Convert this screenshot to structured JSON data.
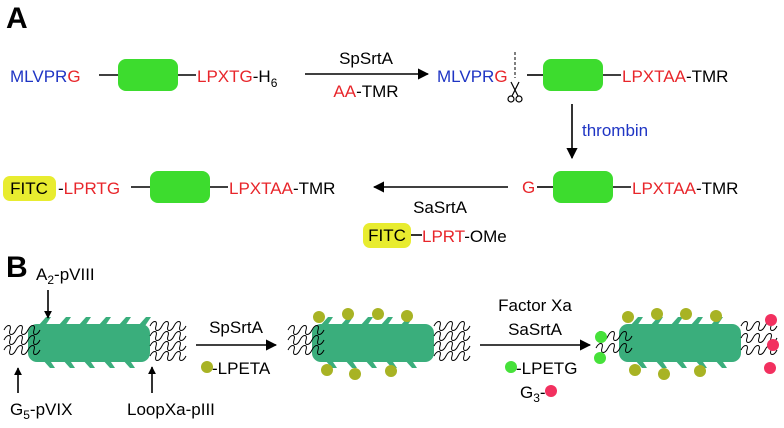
{
  "panels": {
    "a": "A",
    "b": "B"
  },
  "colors": {
    "blue": "#1f35c4",
    "red": "#e8262b",
    "green_box": "#3ddc2e",
    "fitc": "#e8ec2f",
    "phage": "#3aae7c",
    "olive_dot": "#a8b324",
    "pink_dot": "#f2305f",
    "green_dot": "#46e13a"
  },
  "panel_a": {
    "row1_left": {
      "n_blue": "MLVPR",
      "n_red": "G",
      "c_red": "LPXTG",
      "c_black": "-H",
      "c_sub": "6"
    },
    "step1": {
      "enzyme": "SpSrtA",
      "reagent_red": "AA",
      "reagent_black": "-TMR"
    },
    "row1_right": {
      "n_blue": "MLVPR",
      "n_red": "G",
      "c_red": "LPXTAA",
      "c_black": "-TMR"
    },
    "step2": {
      "enzyme": "thrombin"
    },
    "row2_right": {
      "n_red": "G",
      "c_red": "LPXTAA",
      "c_black": "-TMR"
    },
    "step3": {
      "enzyme": "SaSrtA",
      "fitc": "FITC",
      "peptide_red": "LPRT",
      "peptide_black": "-OMe"
    },
    "row2_left": {
      "fitc": "FITC",
      "n_dash": "-",
      "n_red": "LPRTG",
      "c_red": "LPXTAA",
      "c_black": "-TMR"
    }
  },
  "panel_b": {
    "label_a2_main": "A",
    "label_a2_sub": "2",
    "label_a2_rest": "-pVIII",
    "label_g5_main": "G",
    "label_g5_sub": "5",
    "label_g5_rest": "-pVIX",
    "label_loop": "LoopXa-pIII",
    "step1": {
      "enzyme": "SpSrtA",
      "substrate": "LPETA"
    },
    "step2": {
      "enzyme1": "Factor Xa",
      "enzyme2": "SaSrtA",
      "substrate": "LPETG",
      "g3_main": "G",
      "g3_sub": "3"
    }
  }
}
